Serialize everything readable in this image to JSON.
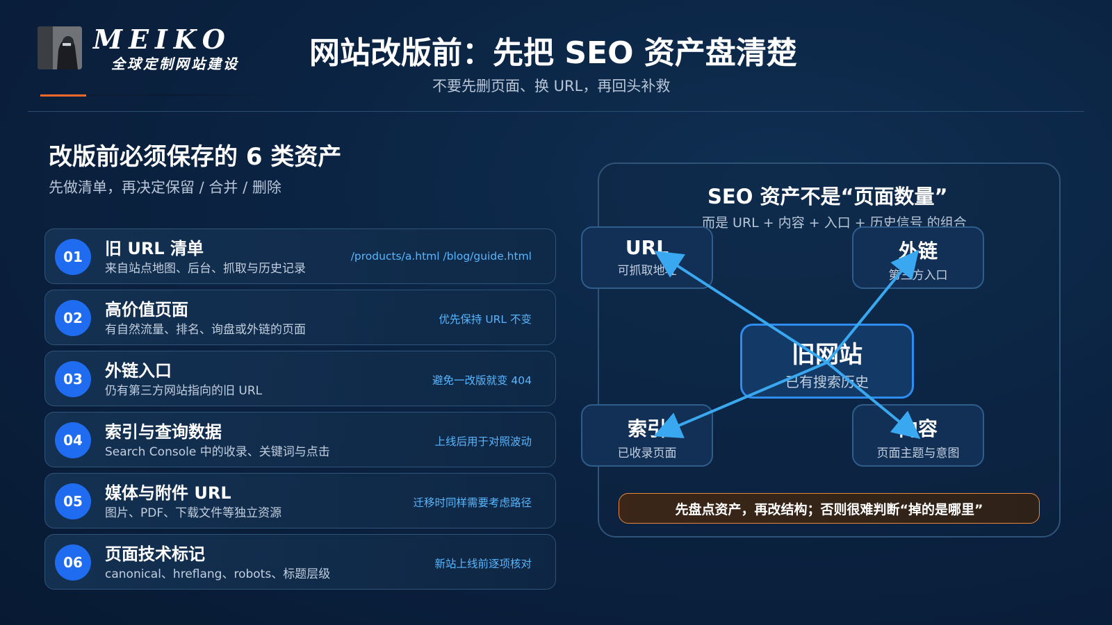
{
  "brand": {
    "name": "MEIKO",
    "tagline": "全球定制网站建设"
  },
  "header": {
    "title": "网站改版前：先把 SEO 资产盘清楚",
    "subtitle": "不要先删页面、换 URL，再回头补救"
  },
  "section": {
    "title": "改版前必须保存的 6 类资产",
    "subtitle": "先做清单，再决定保留 / 合并 / 删除"
  },
  "assets": [
    {
      "num": "01",
      "title": "旧 URL 清单",
      "desc": "来自站点地图、后台、抓取与历史记录",
      "note": "/products/a.html /blog/guide.html"
    },
    {
      "num": "02",
      "title": "高价值页面",
      "desc": "有自然流量、排名、询盘或外链的页面",
      "note": "优先保持 URL 不变"
    },
    {
      "num": "03",
      "title": "外链入口",
      "desc": "仍有第三方网站指向的旧 URL",
      "note": "避免一改版就变 404"
    },
    {
      "num": "04",
      "title": "索引与查询数据",
      "desc": "Search Console 中的收录、关键词与点击",
      "note": "上线后用于对照波动"
    },
    {
      "num": "05",
      "title": "媒体与附件 URL",
      "desc": "图片、PDF、下载文件等独立资源",
      "note": "迁移时同样需要考虑路径"
    },
    {
      "num": "06",
      "title": "页面技术标记",
      "desc": "canonical、hreflang、robots、标题层级",
      "note": "新站上线前逐项核对"
    }
  ],
  "diagram": {
    "title": "SEO 资产不是“页面数量”",
    "subtitle": "而是 URL + 内容 + 入口 + 历史信号 的组合",
    "center": {
      "title": "旧网站",
      "sub": "已有搜索历史"
    },
    "nodes": {
      "url": {
        "title": "URL",
        "sub": "可抓取地址"
      },
      "backlink": {
        "title": "外链",
        "sub": "第三方入口"
      },
      "index": {
        "title": "索引",
        "sub": "已收录页面"
      },
      "content": {
        "title": "内容",
        "sub": "页面主题与意图"
      }
    },
    "arrow_color": "#3aa8f0",
    "callout": "先盘点资产，再改结构；否则很难判断“掉的是哪里”"
  },
  "colors": {
    "accent_orange": "#ff6a2a",
    "number_badge": "#1f6cf0",
    "note_text": "#58b6ff"
  }
}
